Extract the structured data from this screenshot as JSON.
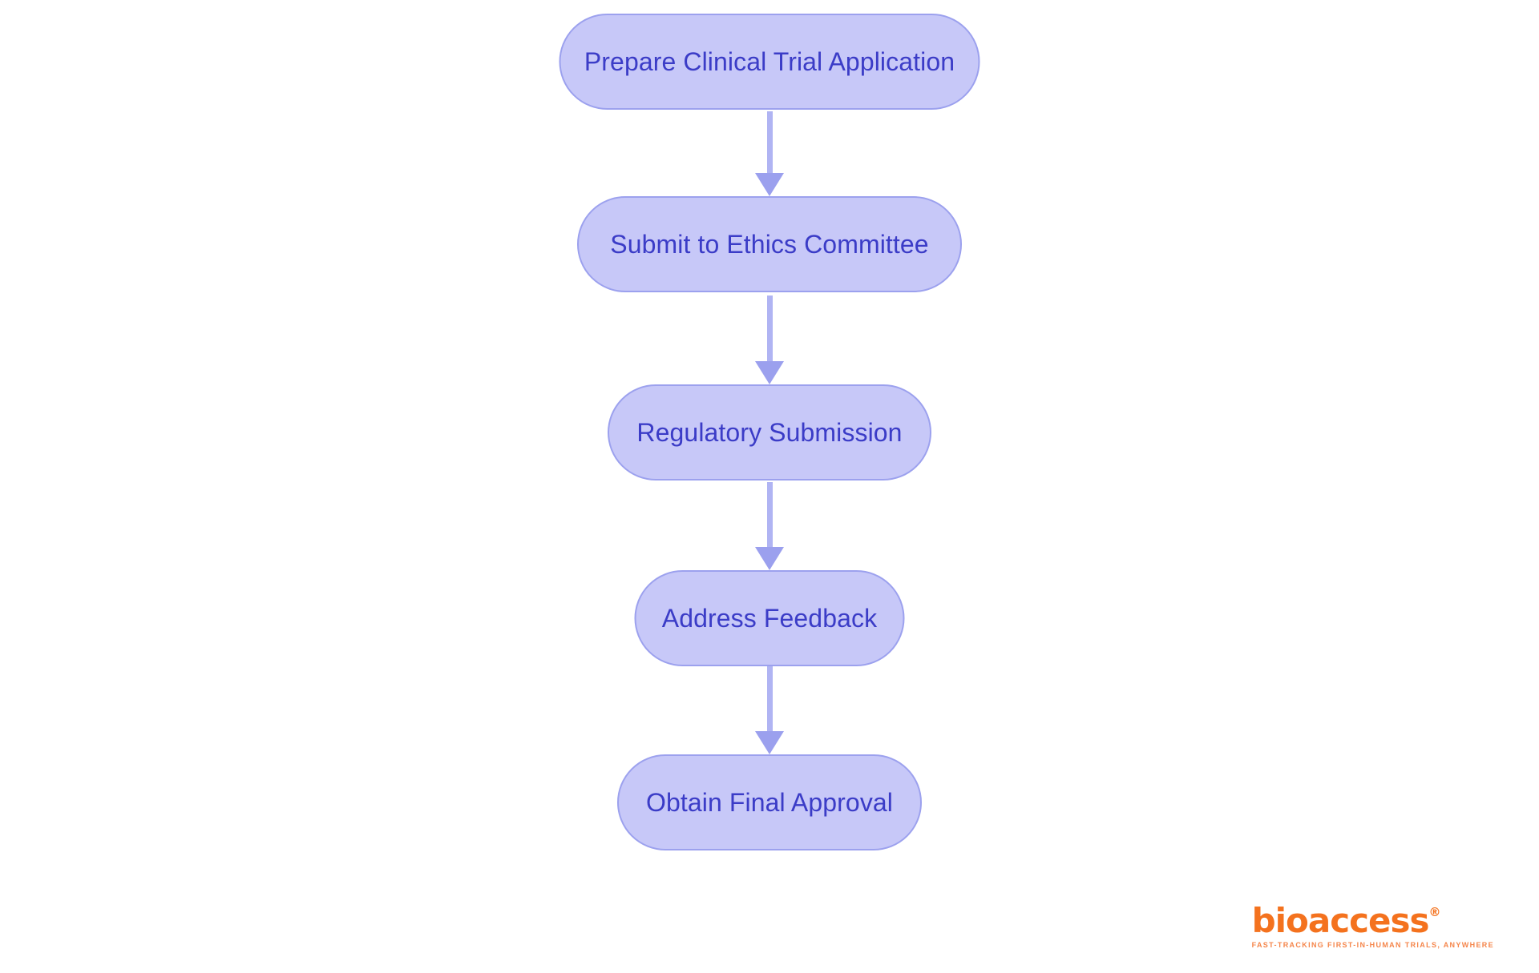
{
  "flowchart": {
    "type": "vertical-flowchart",
    "direction": "top-down",
    "nodes": [
      {
        "label": "Prepare Clinical Trial Application"
      },
      {
        "label": "Submit to Ethics Committee"
      },
      {
        "label": "Regulatory Submission"
      },
      {
        "label": "Address Feedback"
      },
      {
        "label": "Obtain Final Approval"
      }
    ],
    "colors": {
      "node_fill": "#C7C8F8",
      "node_border": "#9CA1EE",
      "node_text": "#3B3CC7",
      "arrow_line": "#B0B4F3",
      "arrow_head": "#9BA0EE",
      "background": "#FFFFFF"
    }
  },
  "logo": {
    "wordmark": "bioaccess",
    "registered": "®",
    "tagline": "FAST-TRACKING FIRST-IN-HUMAN TRIALS, ANYWHERE",
    "color": "#F4721E"
  }
}
